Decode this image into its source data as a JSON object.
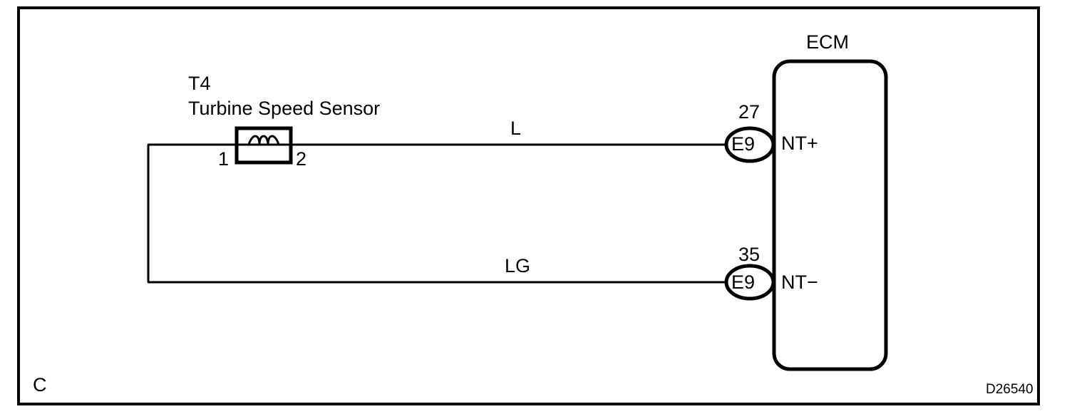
{
  "figure": {
    "letter": "C",
    "code": "D26540",
    "border_color": "#000000",
    "line_color": "#000000",
    "background_color": "#ffffff"
  },
  "components": {
    "sensor": {
      "id": "T4",
      "name": "Turbine Speed Sensor",
      "symbol": "coil-inductor",
      "pins": [
        {
          "number": "1",
          "side": "left"
        },
        {
          "number": "2",
          "side": "right"
        }
      ]
    },
    "ecm": {
      "name": "ECM",
      "terminals": [
        {
          "terminal_number": "27",
          "connector_id": "E9",
          "signal": "NT+"
        },
        {
          "terminal_number": "35",
          "connector_id": "E9",
          "signal": "NT−"
        }
      ]
    }
  },
  "wires": [
    {
      "label": "L",
      "from": "T4 pin 2",
      "to": "E9-27 NT+"
    },
    {
      "label": "LG",
      "from": "T4 pin 1",
      "to": "E9-35 NT−"
    }
  ]
}
